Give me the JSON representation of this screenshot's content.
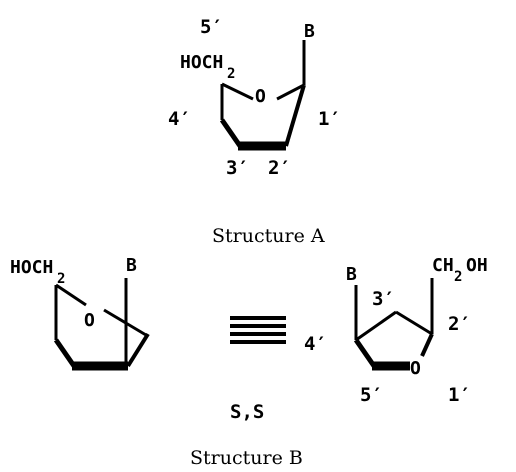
{
  "structure_a": {
    "caption": "Structure A",
    "labels": {
      "pos5": "5′",
      "hoch": "HOCH",
      "sub2": "2",
      "base": "B",
      "ring_o": "O",
      "pos4": "4′",
      "pos1": "1′",
      "pos3": "3′",
      "pos2": "2′"
    }
  },
  "structure_b": {
    "caption": "Structure B",
    "stereo": "S,S",
    "left": {
      "hoch": "HOCH",
      "sub2": "2",
      "base": "B",
      "ring_o": "O"
    },
    "right": {
      "base": "B",
      "ch": "CH",
      "sub2": "2",
      "oh": "OH",
      "pos3": "3′",
      "pos2": "2′",
      "pos4": "4′",
      "pos5": "5′",
      "ring_o": "O",
      "pos1": "1′"
    }
  }
}
